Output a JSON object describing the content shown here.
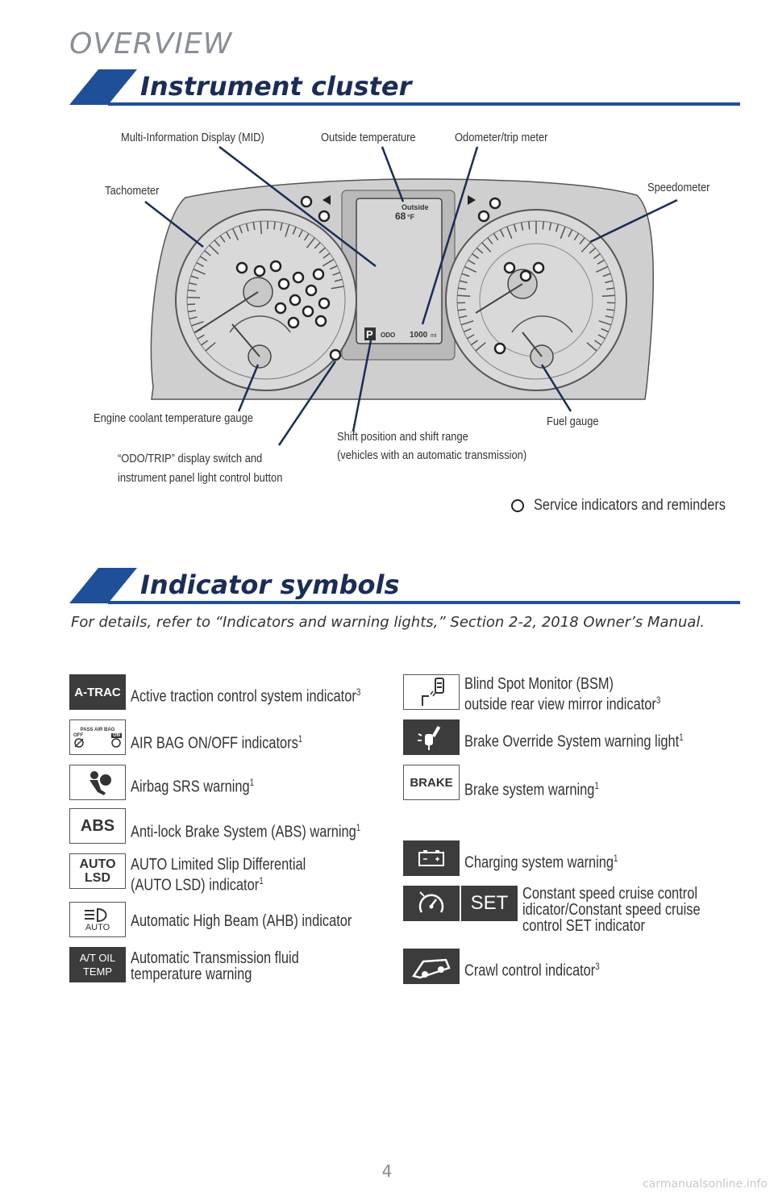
{
  "header": {
    "overview": "OVERVIEW"
  },
  "cluster_section": {
    "title": "Instrument cluster",
    "callouts": {
      "mid": "Multi-Information Display (MID)",
      "outside_temp": "Outside temperature",
      "odometer": "Odometer/trip meter",
      "tachometer": "Tachometer",
      "speedometer": "Speedometer",
      "coolant": "Engine coolant temperature gauge",
      "fuel": "Fuel gauge",
      "shift_line1": "Shift position and shift range",
      "shift_line2": "(vehicles with an automatic transmission)",
      "odo_switch_line1": "“ODO/TRIP” display switch and",
      "odo_switch_line2": "instrument panel light control button"
    },
    "display": {
      "outside_label": "Outside",
      "temp_value": "68",
      "temp_unit": "°F",
      "gear": "P",
      "odo_label": "ODO",
      "odo_value": "1000",
      "odo_unit": "mi"
    },
    "legend": "Service indicators and reminders"
  },
  "indicator_section": {
    "title": "Indicator symbols",
    "note": "For details, refer to “Indicators and warning lights,” Section 2-2, 2018 Owner’s Manual.",
    "left": [
      {
        "icon_text": "A-TRAC",
        "label": "Active traction control system indicator",
        "sup": "3"
      },
      {
        "icon_text": "PASS AIR BAG",
        "icon_sub_off": "OFF",
        "icon_sub_on": "ON",
        "label": "AIR BAG ON/OFF indicators",
        "sup": "1"
      },
      {
        "label": "Airbag SRS warning",
        "sup": "1"
      },
      {
        "icon_text": "ABS",
        "label": "Anti-lock Brake System (ABS) warning",
        "sup": "1"
      },
      {
        "icon_text": "AUTO",
        "icon_text2": "LSD",
        "label_line1": "AUTO Limited Slip Differential",
        "label_line2": "(AUTO LSD) indicator",
        "sup": "1"
      },
      {
        "icon_text": "AUTO",
        "label": "Automatic High Beam (AHB) indicator"
      },
      {
        "icon_text": "A/T OIL",
        "icon_text2": "TEMP",
        "label_line1": "Automatic Transmission fluid",
        "label_line2": "temperature warning"
      }
    ],
    "right": [
      {
        "label_line1": "Blind Spot Monitor (BSM)",
        "label_line2": "outside rear view mirror indicator",
        "sup": "3"
      },
      {
        "label": "Brake Override System warning light",
        "sup": "1"
      },
      {
        "icon_text": "BRAKE",
        "label": "Brake system warning",
        "sup": "1"
      },
      {
        "label": "Charging system warning",
        "sup": "1"
      },
      {
        "icon_text": "SET",
        "label_line1": "Constant speed cruise control",
        "label_line2": "idicator/Constant speed cruise",
        "label_line3": "control SET indicator"
      },
      {
        "label": "Crawl control indicator",
        "sup": "3"
      }
    ]
  },
  "footer": {
    "page": "4",
    "watermark": "carmanualsonline.info"
  },
  "colors": {
    "navy": "#1b2d57",
    "blue": "#1f4f99",
    "gray_text": "#333333"
  }
}
